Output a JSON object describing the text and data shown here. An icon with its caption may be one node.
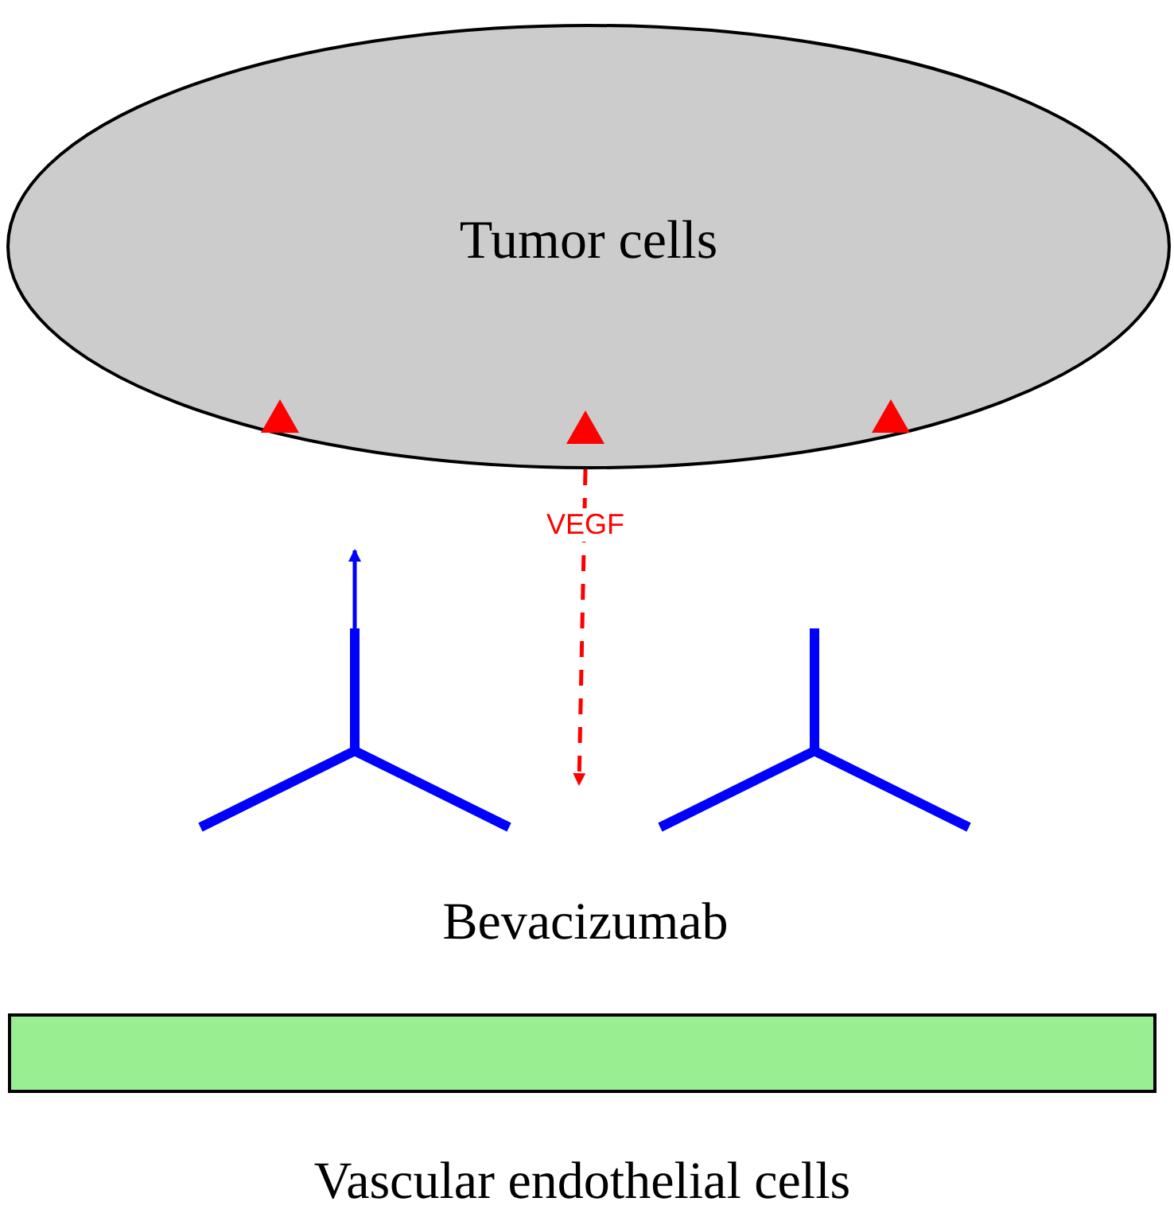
{
  "diagram": {
    "nodes": [
      {
        "text": [
          "Tumor cells"
        ]
      },
      {
        "text": [],
        "shape": "picture"
      },
      {
        "text": [],
        "shape": "picture"
      },
      {
        "text": [
          "Vascular endothelial cells"
        ]
      }
    ],
    "edges": [
      {
        "from": 0,
        "to": null,
        "arrow": "to",
        "label": "VEGF",
        "style": "dashed",
        "color": "#ff0000"
      },
      {
        "from": 1,
        "to": null,
        "arrow": "to",
        "color": "#0000ff"
      }
    ],
    "labels": [
      "Bevacizumab"
    ]
  }
}
